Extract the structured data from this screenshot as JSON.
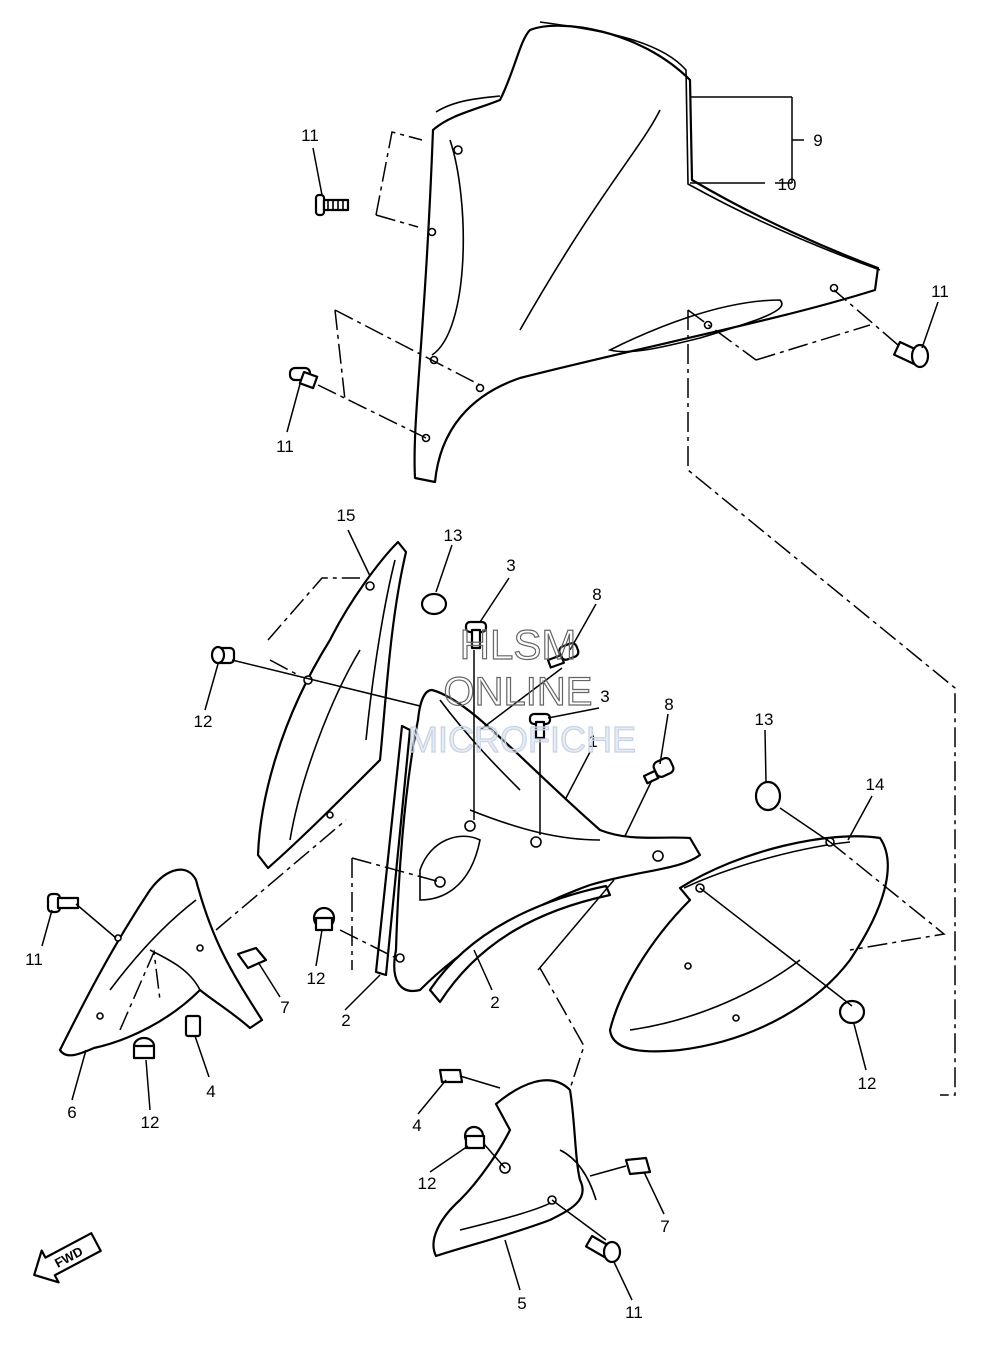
{
  "watermark": {
    "line1": "HLSM",
    "line2": "ONLINE",
    "line3": "MICROFICHE"
  },
  "direction_badge": "FWD",
  "callouts": [
    {
      "id": "c9",
      "text": "9"
    },
    {
      "id": "c10",
      "text": "10"
    },
    {
      "id": "c11a",
      "text": "11"
    },
    {
      "id": "c11b",
      "text": "11"
    },
    {
      "id": "c11c",
      "text": "11"
    },
    {
      "id": "c15",
      "text": "15"
    },
    {
      "id": "c13a",
      "text": "13"
    },
    {
      "id": "c3a",
      "text": "3"
    },
    {
      "id": "c8a",
      "text": "8"
    },
    {
      "id": "c3b",
      "text": "3"
    },
    {
      "id": "c8b",
      "text": "8"
    },
    {
      "id": "c1",
      "text": "1"
    },
    {
      "id": "c13b",
      "text": "13"
    },
    {
      "id": "c14",
      "text": "14"
    },
    {
      "id": "c12a",
      "text": "12"
    },
    {
      "id": "c11d",
      "text": "11"
    },
    {
      "id": "c7a",
      "text": "7"
    },
    {
      "id": "c12b",
      "text": "12"
    },
    {
      "id": "c2a",
      "text": "2"
    },
    {
      "id": "c2b",
      "text": "2"
    },
    {
      "id": "c12c",
      "text": "12"
    },
    {
      "id": "c4a",
      "text": "4"
    },
    {
      "id": "c6",
      "text": "6"
    },
    {
      "id": "c12d",
      "text": "12"
    },
    {
      "id": "c4b",
      "text": "4"
    },
    {
      "id": "c12e",
      "text": "12"
    },
    {
      "id": "c7b",
      "text": "7"
    },
    {
      "id": "c5",
      "text": "5"
    },
    {
      "id": "c11e",
      "text": "11"
    }
  ]
}
